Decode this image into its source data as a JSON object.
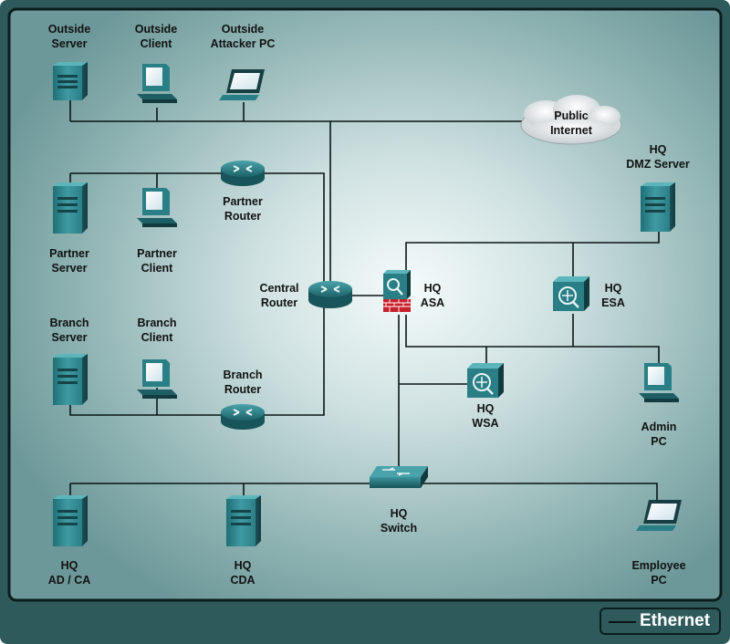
{
  "devices": {
    "outside_server": {
      "line1": "Outside",
      "line2": "Server"
    },
    "outside_client": {
      "line1": "Outside",
      "line2": "Client"
    },
    "outside_attacker": {
      "line1": "Outside",
      "line2": "Attacker PC"
    },
    "public_internet": {
      "line1": "Public",
      "line2": "Internet"
    },
    "hq_dmz_server": {
      "line1": "HQ",
      "line2": "DMZ Server"
    },
    "partner_router": {
      "line1": "Partner",
      "line2": "Router"
    },
    "partner_server": {
      "line1": "Partner",
      "line2": "Server"
    },
    "partner_client": {
      "line1": "Partner",
      "line2": "Client"
    },
    "central_router": {
      "line1": "Central",
      "line2": "Router"
    },
    "hq_asa": {
      "line1": "HQ",
      "line2": "ASA"
    },
    "hq_esa": {
      "line1": "HQ",
      "line2": "ESA"
    },
    "branch_server": {
      "line1": "Branch",
      "line2": "Server"
    },
    "branch_client": {
      "line1": "Branch",
      "line2": "Client"
    },
    "branch_router": {
      "line1": "Branch",
      "line2": "Router"
    },
    "hq_wsa": {
      "line1": "HQ",
      "line2": "WSA"
    },
    "admin_pc": {
      "line1": "Admin",
      "line2": "PC"
    },
    "hq_switch": {
      "line1": "HQ",
      "line2": "Switch"
    },
    "hq_ad_ca": {
      "line1": "HQ",
      "line2": "AD / CA"
    },
    "hq_cda": {
      "line1": "HQ",
      "line2": "CDA"
    },
    "employee_pc": {
      "line1": "Employee",
      "line2": "PC"
    }
  },
  "legend": {
    "label": "Ethernet"
  }
}
